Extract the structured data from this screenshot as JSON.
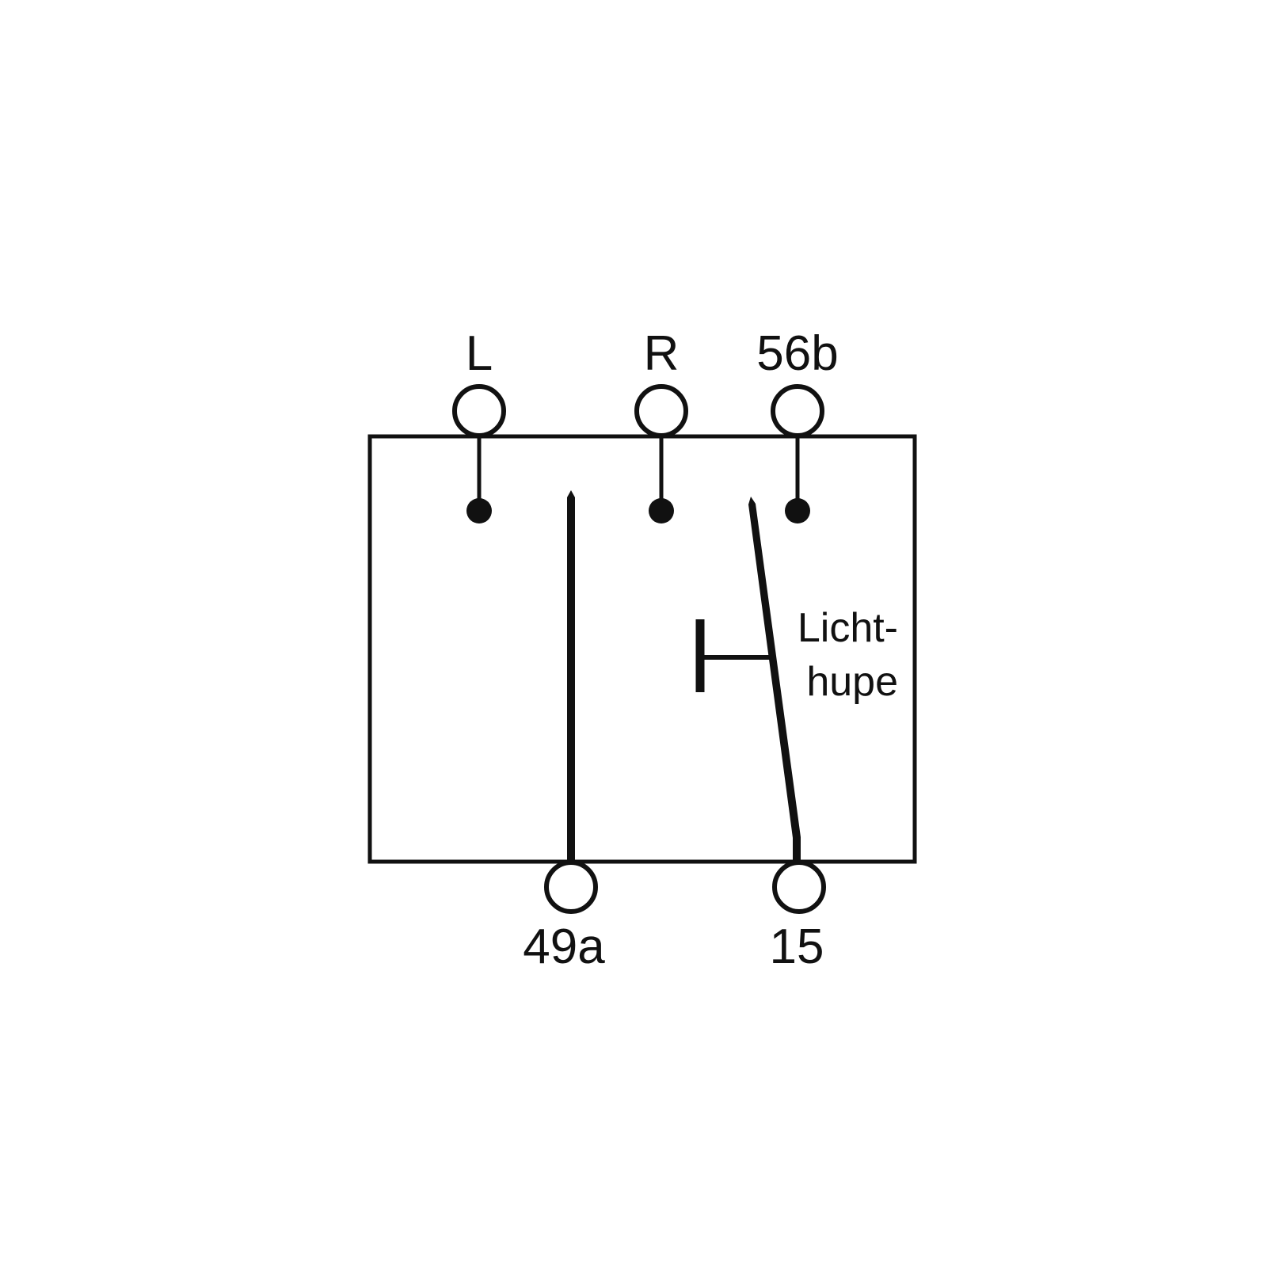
{
  "terminals": {
    "top": [
      {
        "label": "L"
      },
      {
        "label": "R"
      },
      {
        "label": "56b"
      }
    ],
    "bottom": [
      {
        "label": "49a"
      },
      {
        "label": "15"
      }
    ]
  },
  "switch_label": {
    "line1": "Licht-",
    "line2": "hupe"
  },
  "colors": {
    "stroke": "#111111",
    "background": "#ffffff"
  }
}
